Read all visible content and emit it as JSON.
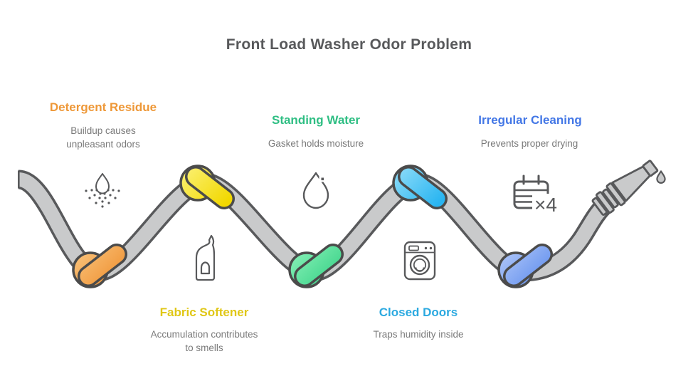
{
  "title": "Front Load Washer Odor Problem",
  "title_color": "#58595B",
  "text_color": "#7A7A7A",
  "hose": {
    "fill": "#C9CACB",
    "outline": "#58595B"
  },
  "items": [
    {
      "id": "detergent-residue",
      "label": "Detergent Residue",
      "description": "Buildup causes unpleasant odors",
      "color": "#EE9838",
      "icon": "spray-droplets-icon",
      "knot_color_light": "#F9C57F",
      "knot_color_dark": "#EF8F2E"
    },
    {
      "id": "fabric-softener",
      "label": "Fabric Softener",
      "description": "Accumulation contributes to smells",
      "color": "#E0C716",
      "icon": "softener-bottle-icon",
      "knot_color_light": "#FBF176",
      "knot_color_dark": "#F2D800"
    },
    {
      "id": "standing-water",
      "label": "Standing Water",
      "description": "Gasket holds moisture",
      "color": "#2EBE83",
      "icon": "water-drop-icon",
      "knot_color_light": "#8BF2B9",
      "knot_color_dark": "#35D085"
    },
    {
      "id": "closed-doors",
      "label": "Closed Doors",
      "description": "Traps humidity inside",
      "color": "#2BA9E0",
      "icon": "washing-machine-icon",
      "knot_color_light": "#90DDF9",
      "knot_color_dark": "#29B5F1"
    },
    {
      "id": "irregular-cleaning",
      "label": "Irregular Cleaning",
      "description": "Prevents proper drying",
      "color": "#4377E6",
      "icon": "calendar-icon",
      "knot_color_light": "#B3C9F8",
      "knot_color_dark": "#5D8CEE"
    }
  ],
  "calendar_badge": "×4"
}
